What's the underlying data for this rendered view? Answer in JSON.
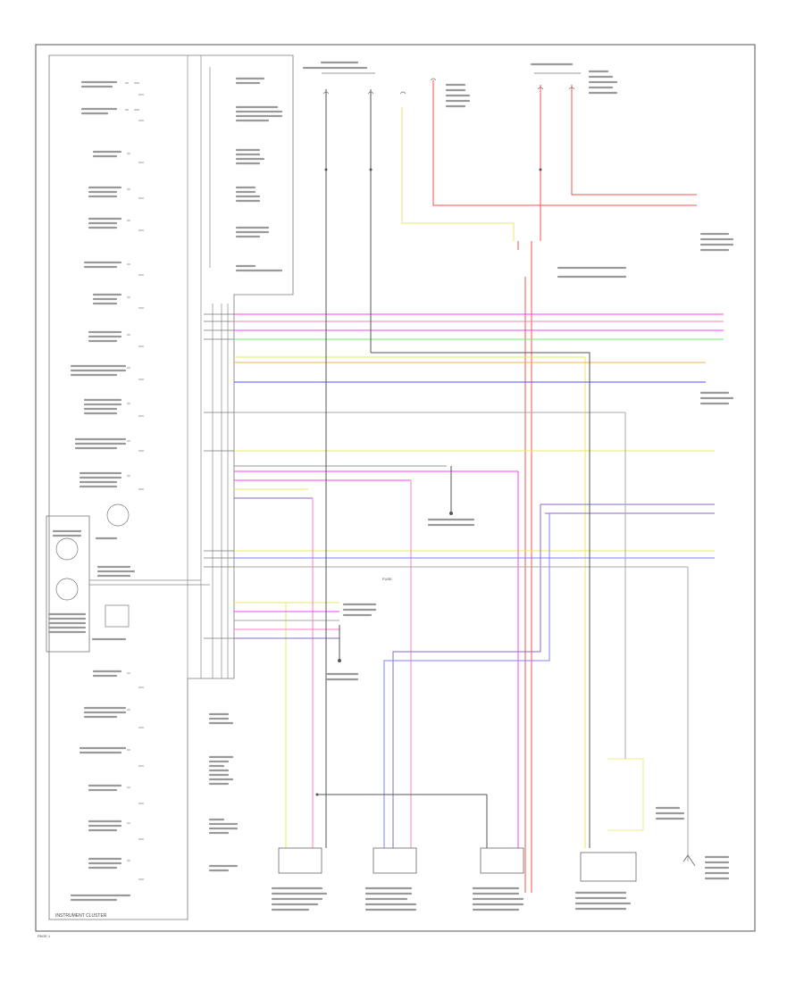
{
  "diagram": {
    "instrument_cluster_label": "INSTRUMENT CLUSTER",
    "fuse_label": "FUSE",
    "page_ref": "PAGE 1",
    "colors": {
      "red": "#ff4d4d",
      "yellow": "#e8e860",
      "magenta": "#ff40ff",
      "pink": "#ff80c0",
      "green": "#70ee70",
      "orange": "#f0b050",
      "blue": "#5050ff",
      "light_blue": "#8080ff",
      "purple": "#8a6ac8",
      "gray": "#aaaaaa",
      "dark": "#555555"
    }
  }
}
